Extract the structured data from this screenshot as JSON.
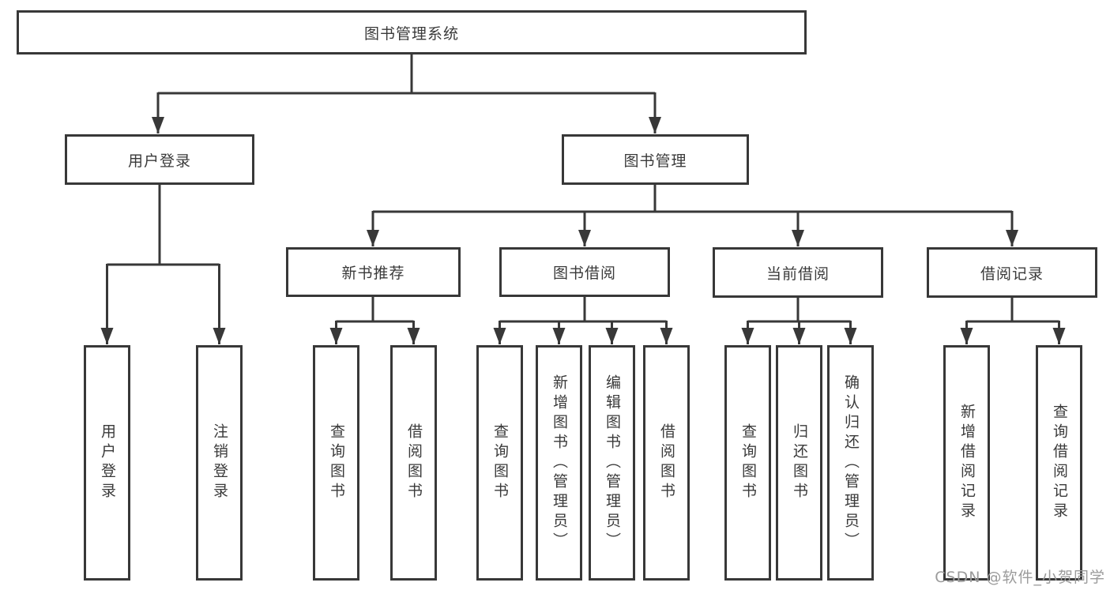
{
  "tree": {
    "root": {
      "label": "图书管理系统"
    },
    "branches": [
      {
        "label": "用户登录",
        "leaves": [
          {
            "label": "用户登录"
          },
          {
            "label": "注销登录"
          }
        ]
      },
      {
        "label": "图书管理",
        "groups": [
          {
            "label": "新书推荐",
            "leaves": [
              {
                "label": "查询图书"
              },
              {
                "label": "借阅图书"
              }
            ]
          },
          {
            "label": "图书借阅",
            "leaves": [
              {
                "label": "查询图书"
              },
              {
                "label": "新增图书（管理员）"
              },
              {
                "label": "编辑图书（管理员）"
              },
              {
                "label": "借阅图书"
              }
            ]
          },
          {
            "label": "当前借阅",
            "leaves": [
              {
                "label": "查询图书"
              },
              {
                "label": "归还图书"
              },
              {
                "label": "确认归还（管理员）"
              }
            ]
          },
          {
            "label": "借阅记录",
            "leaves": [
              {
                "label": "新增借阅记录"
              },
              {
                "label": "查询借阅记录"
              }
            ]
          }
        ]
      }
    ]
  },
  "watermark": {
    "text": "CSDN @软件_小贺同学"
  },
  "colors": {
    "line": "#383838",
    "text": "#3a3a3a",
    "watermark": "#9b9b9b",
    "background": "#ffffff"
  }
}
